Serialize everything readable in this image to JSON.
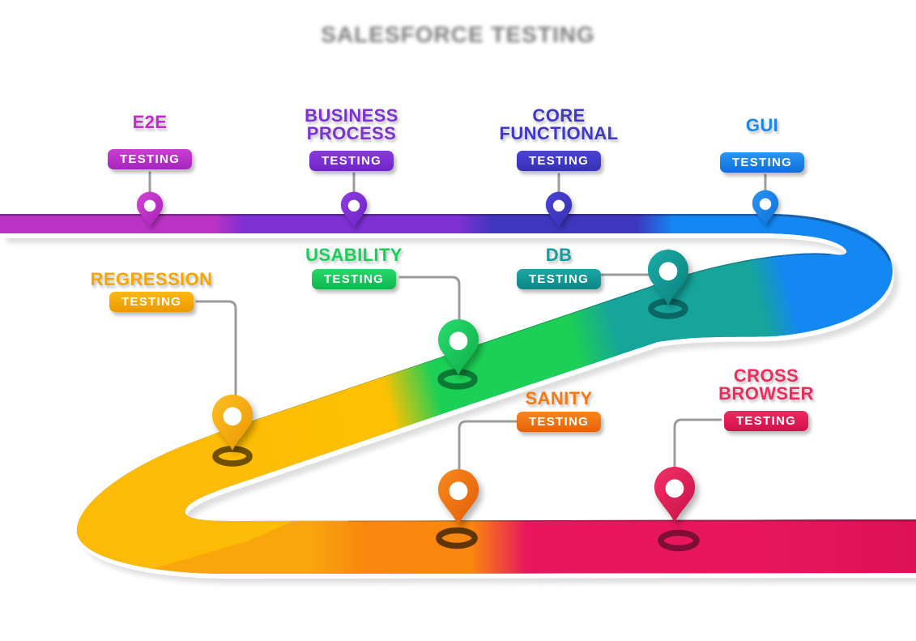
{
  "title": "SALESFORCE TESTING",
  "badge_text_color": "#ffffff",
  "connector_color": "#9c9c9c",
  "items": [
    {
      "name": "E2E",
      "badge": "TESTING",
      "color": "#c02ec8",
      "pin_color": "#b12cc0"
    },
    {
      "name": "BUSINESS PROCESS",
      "badge": "TESTING",
      "color": "#7c33d4",
      "pin_color": "#7a2fd2"
    },
    {
      "name": "CORE FUNCTIONAL",
      "badge": "TESTING",
      "color": "#4038c8",
      "pin_color": "#3f38c6"
    },
    {
      "name": "GUI",
      "badge": "TESTING",
      "color": "#1388f2",
      "pin_color": "#1784ec"
    },
    {
      "name": "REGRESSION",
      "badge": "TESTING",
      "color": "#f7a600",
      "pin_color": "#f5a806"
    },
    {
      "name": "USABILITY",
      "badge": "TESTING",
      "color": "#18cf5c",
      "pin_color": "#1bc95c"
    },
    {
      "name": "DB",
      "badge": "TESTING",
      "color": "#149e9e",
      "pin_color": "#119a96"
    },
    {
      "name": "SANITY",
      "badge": "TESTING",
      "color": "#f5790f",
      "pin_color": "#f0760f"
    },
    {
      "name": "CROSS BROWSER",
      "badge": "TESTING",
      "color": "#ee2d5e",
      "pin_color": "#e91d58"
    }
  ],
  "road": {
    "top_band_segments": [
      "#bb33c4",
      "#7e30d4",
      "#3e36bd",
      "#1388f2"
    ],
    "middle_band_segments": [
      "#1388f2",
      "#16a49b",
      "#1ccf55",
      "#fdc103"
    ],
    "bottom_band_segments": [
      "#f9a60d",
      "#f8860f",
      "#e8175d"
    ]
  }
}
